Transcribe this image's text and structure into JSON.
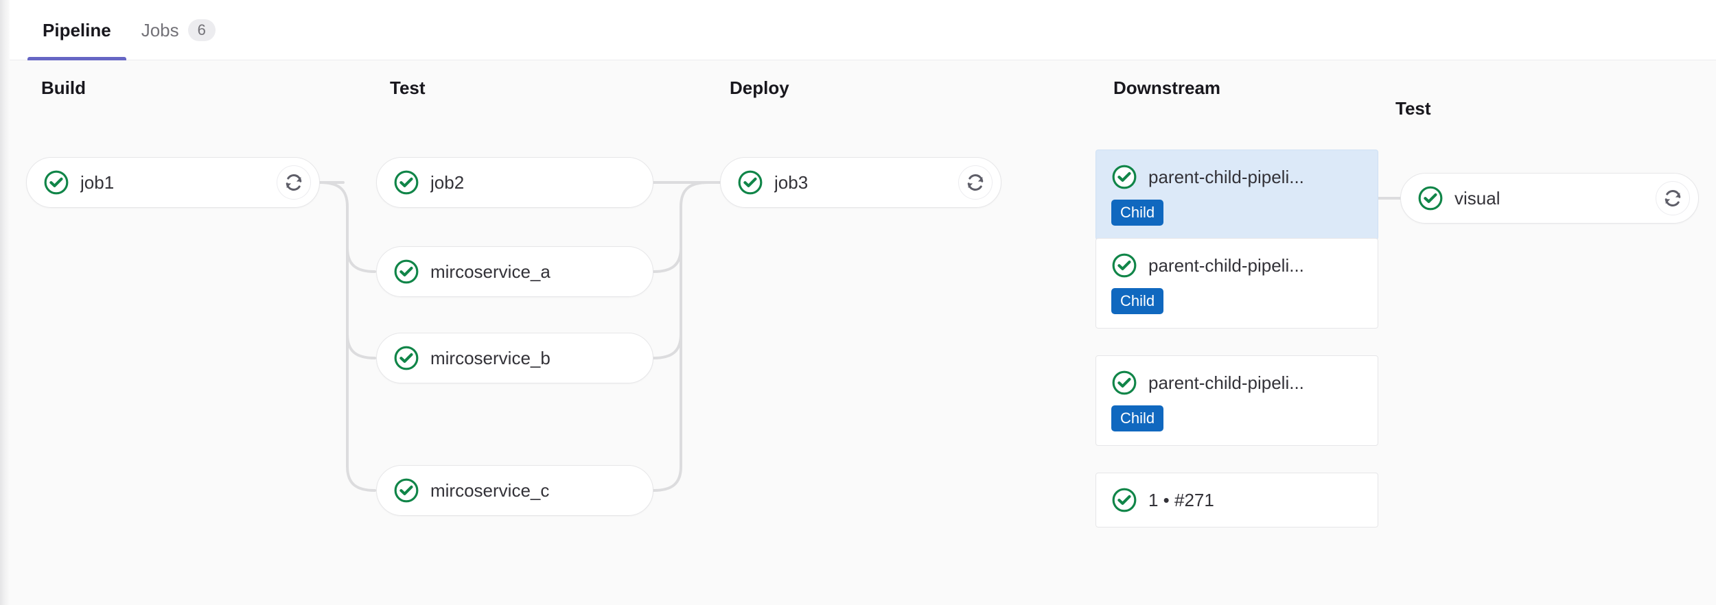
{
  "tabs": [
    {
      "label": "Pipeline",
      "active": true,
      "badge": null,
      "name": "tab-pipeline"
    },
    {
      "label": "Jobs",
      "active": false,
      "badge": "6",
      "name": "tab-jobs"
    }
  ],
  "colors": {
    "accent": "#6666c4",
    "success": "#108548",
    "badge_blue": "#1068bf",
    "selected_bg": "#dce9f8",
    "canvas_bg": "#fafafa",
    "connector": "#dcdcde"
  },
  "stages": [
    {
      "title": "Build",
      "name": "stage-build"
    },
    {
      "title": "Test",
      "name": "stage-test"
    },
    {
      "title": "Deploy",
      "name": "stage-deploy"
    },
    {
      "title": "Downstream",
      "name": "stage-downstream"
    },
    {
      "title": "Test",
      "name": "stage-downstream-test"
    }
  ],
  "build_jobs": [
    {
      "name": "job1",
      "status": "success",
      "status_icon": "status-success-icon",
      "retry": true,
      "retry_icon": "retry-icon"
    }
  ],
  "test_jobs": [
    {
      "name": "job2",
      "status": "success",
      "status_icon": "status-success-icon",
      "retry": false
    },
    {
      "name": "mircoservice_a",
      "status": "success",
      "status_icon": "status-success-icon",
      "retry": false
    },
    {
      "name": "mircoservice_b",
      "status": "success",
      "status_icon": "status-success-icon",
      "retry": false
    },
    {
      "name": "mircoservice_c",
      "status": "success",
      "status_icon": "status-success-icon",
      "retry": false
    }
  ],
  "deploy_jobs": [
    {
      "name": "job3",
      "status": "success",
      "status_icon": "status-success-icon",
      "retry": true,
      "retry_icon": "retry-icon"
    }
  ],
  "downstream": [
    {
      "name": "parent-child-pipeli...",
      "badge": "Child",
      "status": "success",
      "status_icon": "status-success-icon",
      "selected": true
    },
    {
      "name": "parent-child-pipeli...",
      "badge": "Child",
      "status": "success",
      "status_icon": "status-success-icon",
      "selected": false
    },
    {
      "name": "parent-child-pipeli...",
      "badge": "Child",
      "status": "success",
      "status_icon": "status-success-icon",
      "selected": false
    },
    {
      "name": "1 • #271",
      "badge": null,
      "status": "success",
      "status_icon": "status-success-icon",
      "selected": false
    }
  ],
  "downstream_test_jobs": [
    {
      "name": "visual",
      "status": "success",
      "status_icon": "status-success-icon",
      "retry": true,
      "retry_icon": "retry-icon"
    }
  ]
}
